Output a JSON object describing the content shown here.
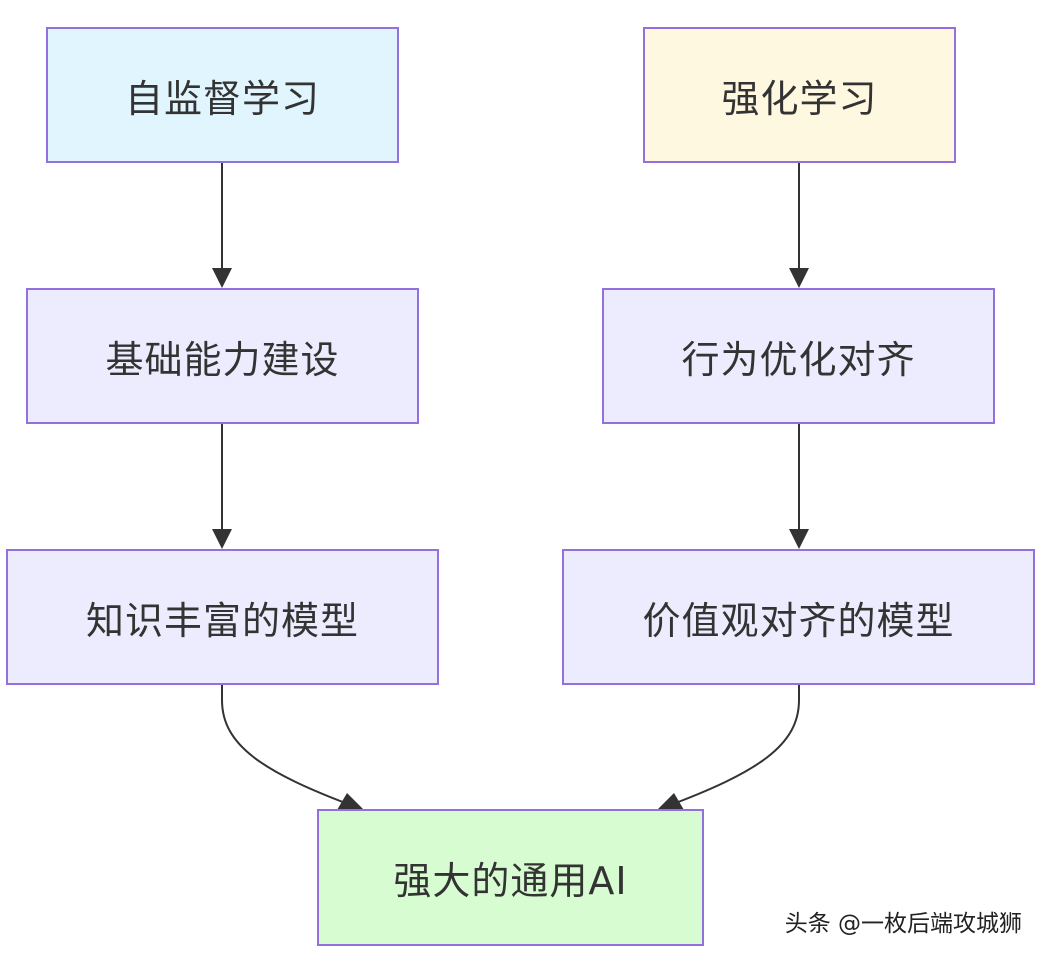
{
  "nodes": {
    "self_supervised": {
      "label": "自监督学习",
      "fill": "#e1f5fe"
    },
    "reinforcement": {
      "label": "强化学习",
      "fill": "#fff8e1"
    },
    "capability_building": {
      "label": "基础能力建设",
      "fill": "#ececfe"
    },
    "behavior_alignment": {
      "label": "行为优化对齐",
      "fill": "#ececfe"
    },
    "knowledge_model": {
      "label": "知识丰富的模型",
      "fill": "#ececfe"
    },
    "value_aligned_model": {
      "label": "价值观对齐的模型",
      "fill": "#ececfe"
    },
    "general_ai": {
      "label": "强大的通用AI",
      "fill": "#d8fcd2"
    }
  },
  "edges": [
    {
      "from": "self_supervised",
      "to": "capability_building"
    },
    {
      "from": "capability_building",
      "to": "knowledge_model"
    },
    {
      "from": "reinforcement",
      "to": "behavior_alignment"
    },
    {
      "from": "behavior_alignment",
      "to": "value_aligned_model"
    },
    {
      "from": "knowledge_model",
      "to": "general_ai"
    },
    {
      "from": "value_aligned_model",
      "to": "general_ai"
    }
  ],
  "colors": {
    "node_border": "#9370db",
    "edge": "#333333",
    "text": "#333333"
  },
  "watermark": {
    "text": "头条 @一枚后端攻城狮"
  }
}
